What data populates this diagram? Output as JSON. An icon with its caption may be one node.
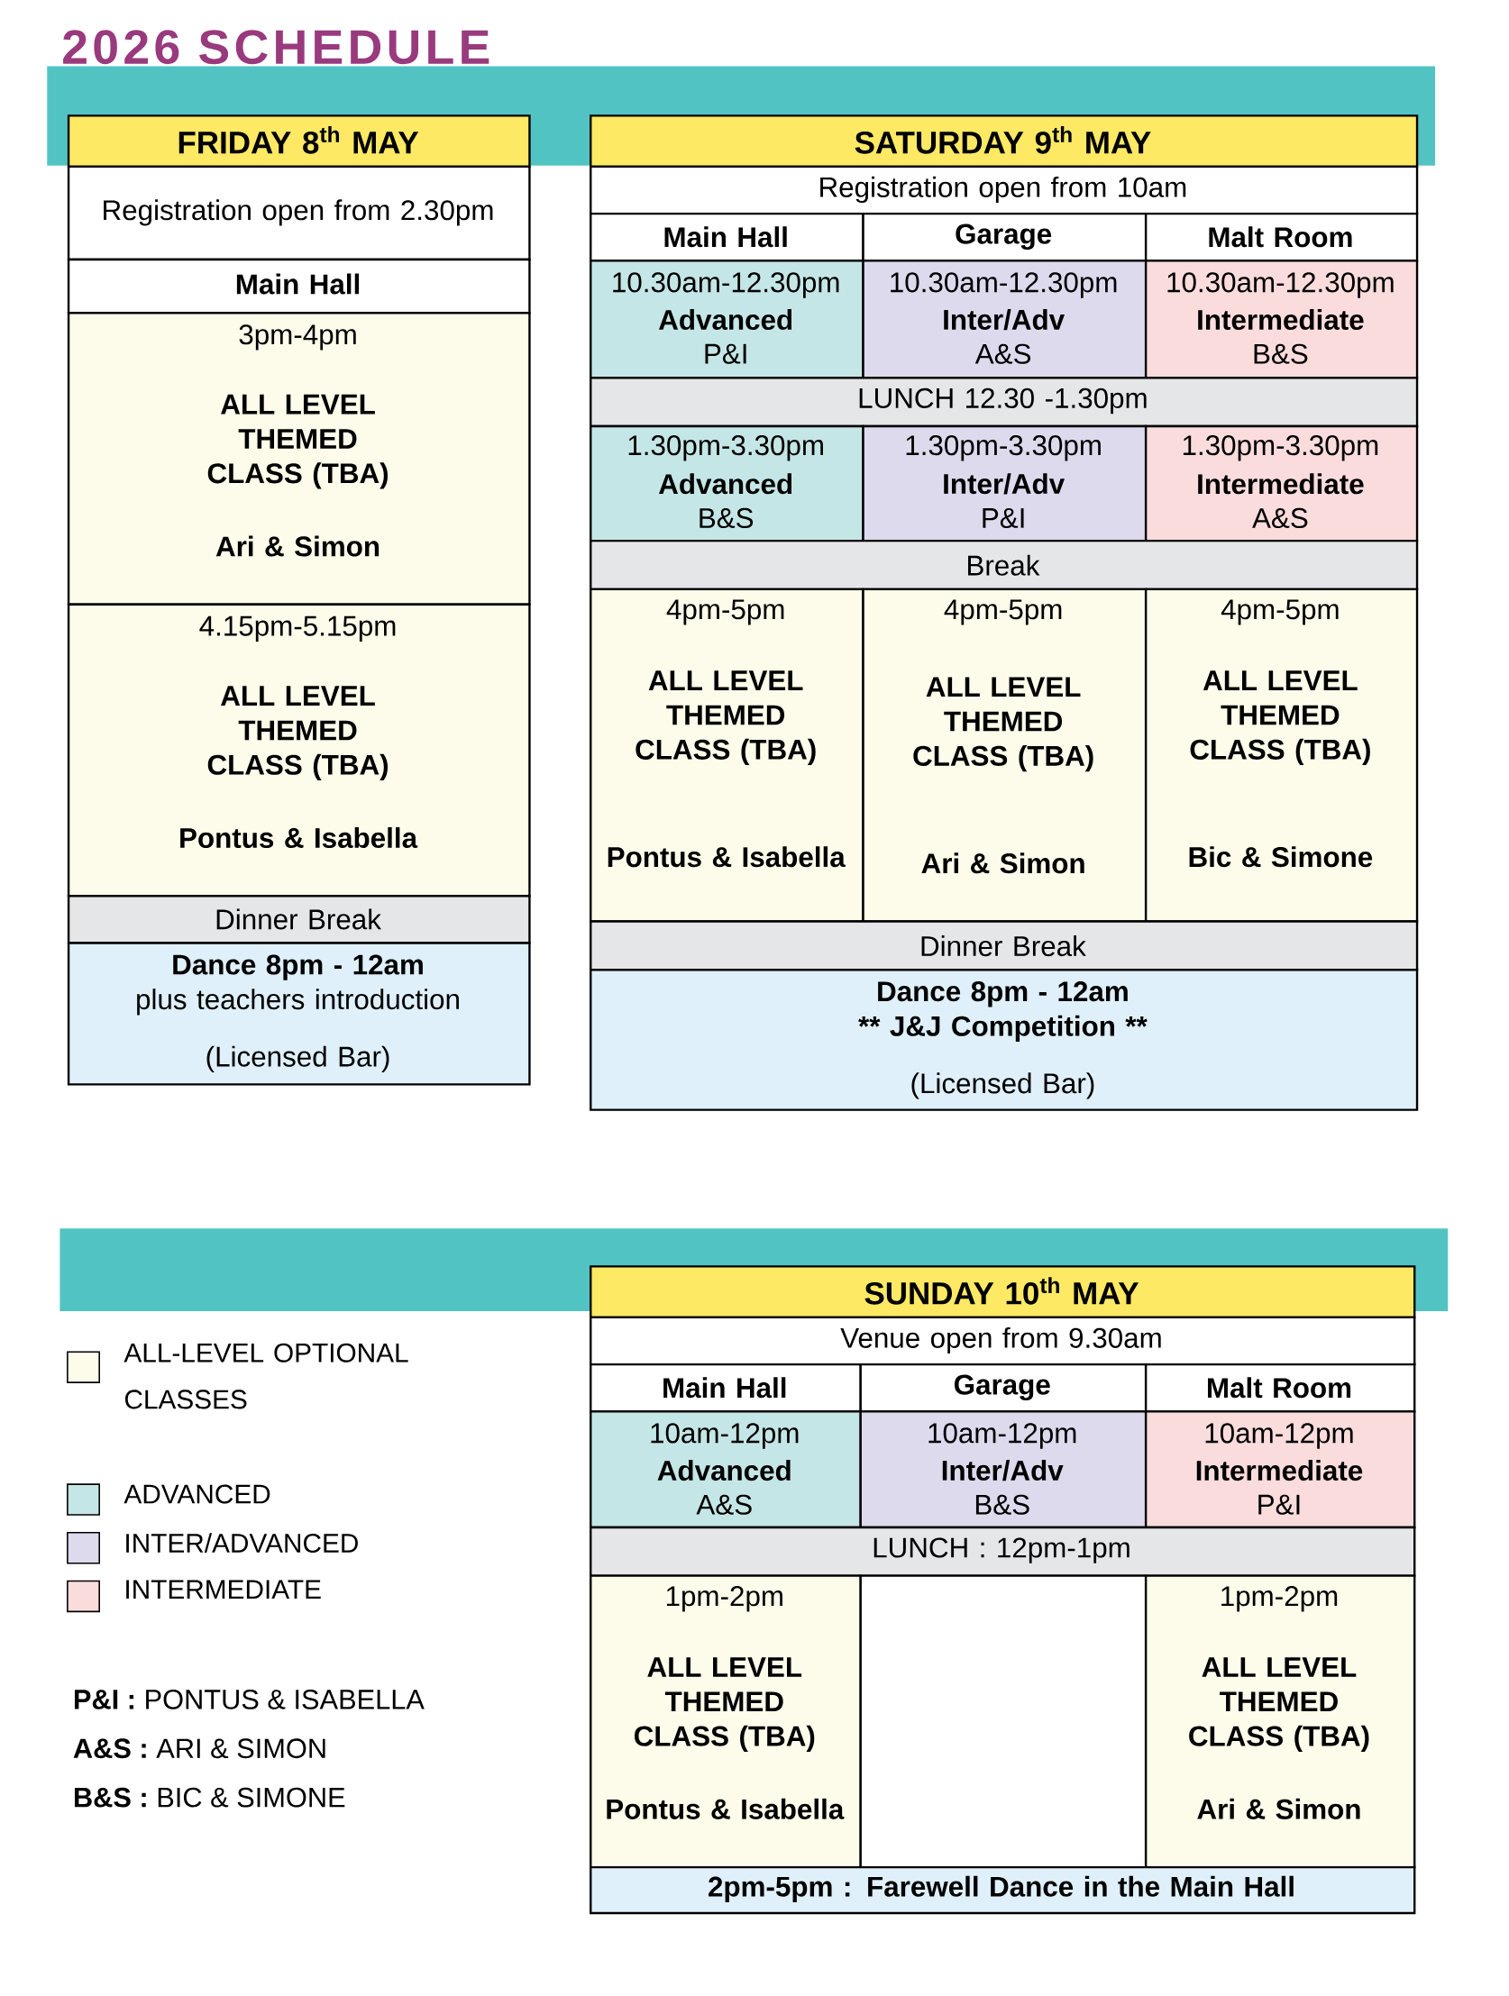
{
  "diagram": {
    "title": "2026 SCHEDULE",
    "nodes": [
      {
        "text": [
          "FRIDAY 8$^{th}$ MAY"
        ]
      },
      {
        "text": [
          "Registration open from 2.30pm"
        ]
      },
      {
        "text": [
          "Main Hall"
        ]
      },
      {
        "text": [
          "3pm-4pm",
          "ALL LEVEL THEMED CLASS (TBA)",
          "Ari & Simon"
        ]
      },
      {
        "text": [
          "4.15pm-5.15pm",
          "ALL LEVEL THEMED CLASS (TBA)",
          "Pontus & Isabella"
        ]
      },
      {
        "text": [
          "Dinner Break"
        ]
      },
      {
        "text": [
          "Dance 8pm - 12am",
          "plus teachers introduction",
          "(Licensed Bar)"
        ]
      },
      {
        "text": [
          "SATURDAY 9$^{th}$ MAY"
        ]
      },
      {
        "text": [
          "Registration open from 10am"
        ]
      },
      {
        "text": [
          "Main Hall"
        ]
      },
      {
        "text": [
          "Garage"
        ]
      },
      {
        "text": [
          "Malt Room"
        ]
      },
      {
        "text": [
          "10.30am-12.30pm",
          "Advanced",
          "P&I"
        ]
      },
      {
        "text": [
          "10.30am-12.30pm",
          "Inter/Adv",
          "A&S"
        ]
      },
      {
        "text": [
          "10.30am-12.30pm",
          "Intermediate",
          "B&S"
        ]
      },
      {
        "text": [
          "LUNCH 12.30 -1.30pm"
        ]
      },
      {
        "text": [
          "1.30pm-3.30pm",
          "Advanced",
          "B&S"
        ]
      },
      {
        "text": [
          "1.30pm-3.30pm",
          "Inter/Adv",
          "P&I"
        ]
      },
      {
        "text": [
          "1.30pm-3.30pm",
          "Intermediate",
          "A&S"
        ]
      },
      {
        "text": [
          "Break"
        ]
      },
      {
        "text": [
          "4pm-5pm",
          "ALL LEVEL THEMED CLASS (TBA)",
          "Pontus & Isabella"
        ]
      },
      {
        "text": [
          "4pm-5pm",
          "ALL LEVEL THEMED CLASS (TBA)",
          "Ari & Simon"
        ]
      },
      {
        "text": [
          "4pm-5pm",
          "ALL LEVEL THEMED CLASS (TBA)",
          "Bic & Simone"
        ]
      },
      {
        "text": [
          "Dinner Break"
        ]
      },
      {
        "text": [
          "Dance 8pm - 12am",
          "** J&J Competition **",
          "(Licensed Bar)"
        ]
      },
      {
        "text": [
          "SUNDAY 10$^{th}$ MAY"
        ]
      },
      {
        "text": [
          "Venue open from 9.30am"
        ]
      },
      {
        "text": [
          "Main Hall"
        ]
      },
      {
        "text": [
          "Garage"
        ]
      },
      {
        "text": [
          "Malt Room"
        ]
      },
      {
        "text": [
          "10am-12pm",
          "Advanced",
          "A&S"
        ]
      },
      {
        "text": [
          "10am-12pm",
          "Inter/Adv",
          "B&S"
        ]
      },
      {
        "text": [
          "10am-12pm",
          "Intermediate",
          "P&I"
        ]
      },
      {
        "text": [
          "LUNCH : 12pm-1pm"
        ]
      },
      {
        "text": [
          "1pm-2pm",
          "ALL LEVEL THEMED CLASS (TBA)",
          "Pontus & Isabella"
        ]
      },
      {
        "text": [],
        "shape": "box"
      },
      {
        "text": [
          "1pm-2pm",
          "ALL LEVEL THEMED CLASS (TBA)",
          "Ari & Simon"
        ]
      },
      {
        "text": [
          "2pm-5pm : Farewell Dance in the Main Hall"
        ]
      }
    ],
    "labels": [
      "**P&I :**  PONTUS & ISABELLA",
      "**A&S :**  ARI & SIMON",
      "**B&S :**   BIC & SIMONE"
    ],
    "legend": [
      {
        "text": "ALL-LEVEL OPTIONAL CLASSES",
        "color": "#fdfcea"
      },
      {
        "text": "ADVANCED",
        "color": "#c5e6e6"
      },
      {
        "text": "INTER/ADVANCED",
        "color": "#dedaed"
      },
      {
        "text": "INTERMEDIATE",
        "color": "#fbdcdc"
      }
    ]
  }
}
